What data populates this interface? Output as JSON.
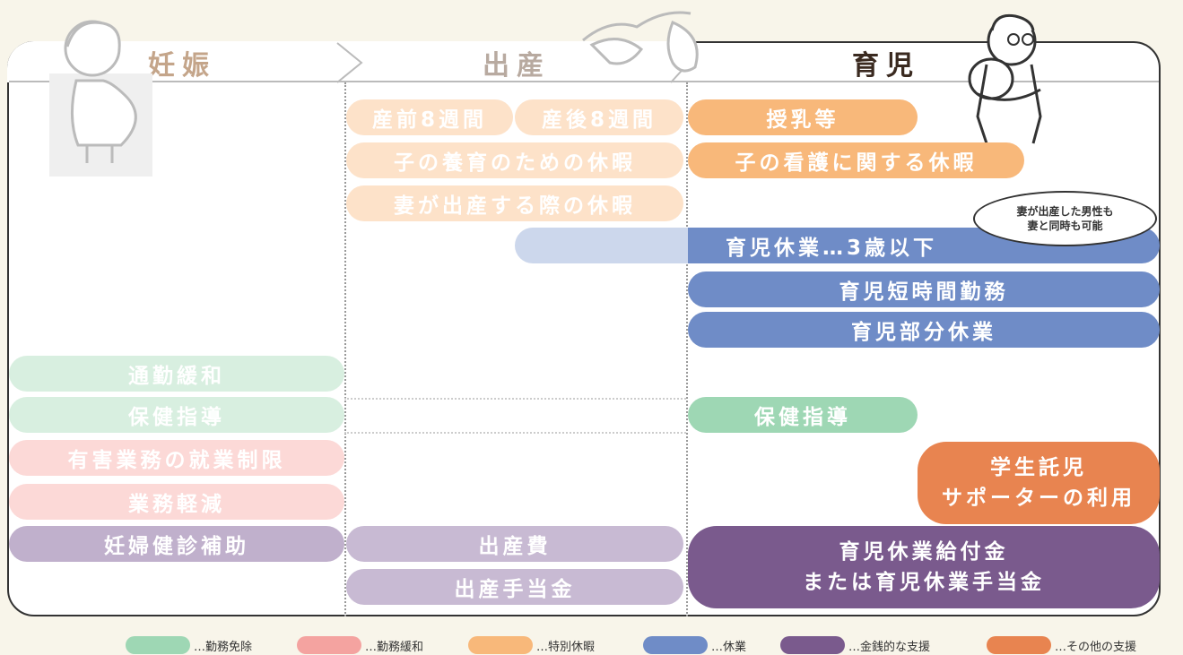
{
  "header": {
    "pregnancy": "妊娠",
    "birth": "出産",
    "childcare": "育児"
  },
  "bars": {
    "prenatal": "産前8週間",
    "postnatal": "産後8週間",
    "nursing": "授乳等",
    "child_rearing_leave": "子の養育のための休暇",
    "child_nursing_leave": "子の看護に関する休暇",
    "spouse_birth_leave": "妻が出産する際の休暇",
    "childcare_leave": "育児休業…3歳以下",
    "short_hours": "育児短時間勤務",
    "partial_leave": "育児部分休業",
    "commute": "通勤緩和",
    "health_guidance_left": "保健指導",
    "health_guidance_right": "保健指導",
    "hazard_restriction": "有害業務の就業制限",
    "work_reduction": "業務軽減",
    "student_sitter_line1": "学生託児",
    "student_sitter_line2": "サポーターの利用",
    "checkup_subsidy": "妊婦健診補助",
    "birth_cost": "出産費",
    "birth_allowance": "出産手当金",
    "leave_benefit_line1": "育児休業給付金",
    "leave_benefit_line2": "または育児休業手当金"
  },
  "bubble": {
    "line1": "妻が出産した男性も",
    "line2": "妻と同時も可能"
  },
  "legend": [
    {
      "label": "…勤務免除",
      "color": "#9ed7b4"
    },
    {
      "label": "…勤務緩和",
      "color": "#f4a3a0"
    },
    {
      "label": "…特別休暇",
      "color": "#f8b87a"
    },
    {
      "label": "…休業",
      "color": "#6f8cc7"
    },
    {
      "label": "…金銭的な支援",
      "color": "#7a5a8d"
    },
    {
      "label": "…その他の支援",
      "color": "#e88450"
    }
  ],
  "icons": [
    "pregnant-woman-icon",
    "stork-icon",
    "father-with-baby-icon"
  ]
}
